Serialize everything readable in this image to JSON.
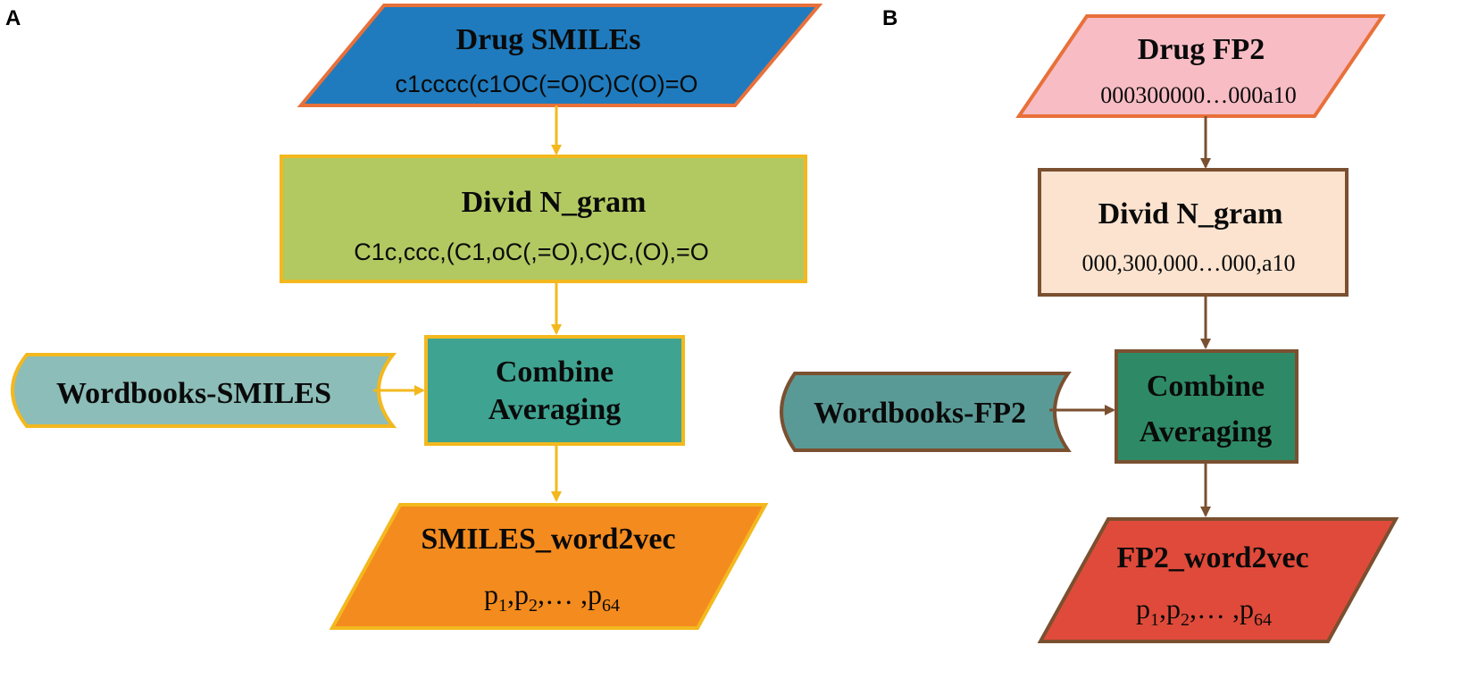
{
  "panel_a": {
    "label": "A",
    "input": {
      "title": "Drug SMILEs",
      "value": "c1cccc(c1OC(=O)C)C(O)=O",
      "fill": "#1f7bbd",
      "stroke": "#e8703a"
    },
    "divide": {
      "title": "Divid N_gram",
      "value": "C1c,ccc,(C1,oC(,=O),C)C,(O),=O",
      "fill": "#b2c962",
      "stroke": "#f3b81e"
    },
    "wordbook": {
      "label": "Wordbooks-SMILES",
      "fill": "#8cbdb8",
      "stroke": "#f3b81e"
    },
    "combine": {
      "line1": "Combine",
      "line2": "Averaging",
      "fill": "#3fa391",
      "stroke": "#f3b81e"
    },
    "output": {
      "title": "SMILES_word2vec",
      "p": "p",
      "sub1": "1",
      "sub2": "2",
      "sub64": "64",
      "sep": ",",
      "ellipsis": ",… ,",
      "fill": "#f48b1e",
      "stroke": "#f3b81e"
    },
    "arrow_color": "#f3b81e"
  },
  "panel_b": {
    "label": "B",
    "input": {
      "title": "Drug FP2",
      "value": "000300000…000a10",
      "fill": "#f8bcc4",
      "stroke": "#e8703a"
    },
    "divide": {
      "title": "Divid N_gram",
      "value": "000,300,000…000,a10",
      "fill": "#fbe3cf",
      "stroke": "#7a5030"
    },
    "wordbook": {
      "label": "Wordbooks-FP2",
      "fill": "#5a9a96",
      "stroke": "#7a5030"
    },
    "combine": {
      "line1": "Combine",
      "line2": "Averaging",
      "fill": "#2e8a66",
      "stroke": "#7a5030"
    },
    "output": {
      "title": "FP2_word2vec",
      "p": "p",
      "sub1": "1",
      "sub2": "2",
      "sub64": "64",
      "sep": ",",
      "ellipsis": ",… ,",
      "fill": "#e04a3a",
      "stroke": "#7a5030"
    },
    "arrow_color": "#7a5030"
  }
}
